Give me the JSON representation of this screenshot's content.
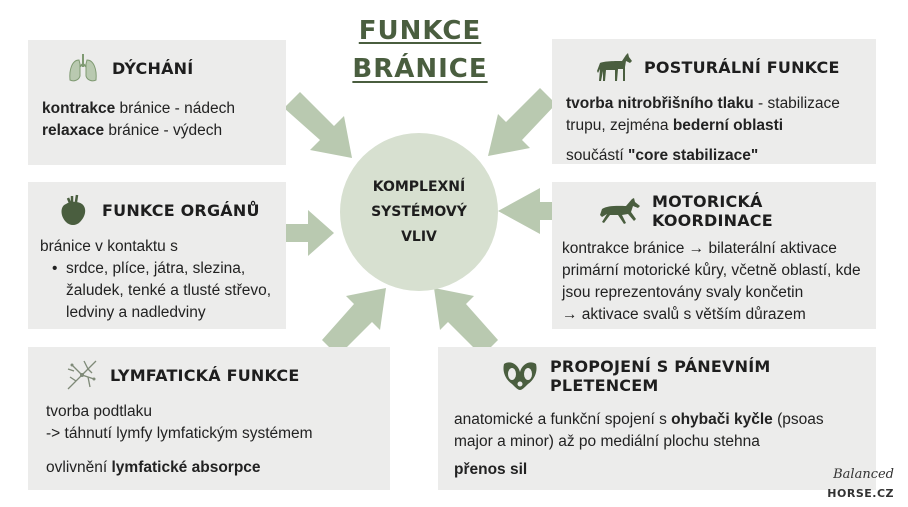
{
  "title": {
    "line1": "FUNKCE",
    "line2": "BRÁNICE"
  },
  "center": {
    "line1": "KOMPLEXNÍ",
    "line2": "SYSTÉMOVÝ",
    "line3": "VLIV"
  },
  "breathing": {
    "heading": "DÝCHÁNÍ",
    "icon": "lungs-icon",
    "r1_bold": "kontrakce",
    "r1_text": " bránice - nádech",
    "r2_bold": "relaxace",
    "r2_text": " bránice - výdech"
  },
  "organ": {
    "heading": "FUNKCE ORGÁNŮ",
    "icon": "heart-icon",
    "intro": "bránice v kontaktu s",
    "items": [
      "srdce, plíce, játra, slezina, žaludek, tenké a tlusté střevo, ledviny a nadledviny"
    ]
  },
  "lymph": {
    "heading": "LYMFATICKÁ FUNKCE",
    "icon": "lymph-nodes-icon",
    "l1": "tvorba podtlaku",
    "l2": "-> táhnutí lymfy lymfatickým systémem",
    "l3_text": "ovlivnění ",
    "l3_bold": "lymfatické absorpce"
  },
  "posture": {
    "heading": "POSTURÁLNÍ FUNKCE",
    "icon": "horse-standing-icon",
    "p1_bold": "tvorba nitrobřišního tlaku",
    "p1_text": " - stabilizace trupu, zejména ",
    "p1_bold2": "bederní oblasti",
    "p2_text": "součástí ",
    "p2_bold": "\"core stabilizace\""
  },
  "motor": {
    "heading": "MOTORICKÁ KOORDINACE",
    "icon": "horse-galloping-icon",
    "text1": "kontrakce bránice → bilaterální aktivace primární motorické kůry, včetně oblastí, kde jsou reprezentovány svaly končetin",
    "text2": "→ aktivace svalů s větším důrazem"
  },
  "pelvic": {
    "heading": "PROPOJENÍ S PÁNEVNÍM PLETENCEM",
    "icon": "pelvis-icon",
    "t1": "anatomické a funkční spojení s ",
    "t1_bold": "ohybači kyčle",
    "t1_end": " (psoas major a minor) až po mediální plochu stehna",
    "t2_bold": "přenos sil"
  },
  "logo": {
    "line1": "Balanced",
    "line2": "HORSE.CZ"
  },
  "colors": {
    "accent": "#4a5e3f",
    "arrow": "#b9c9b0",
    "circle": "#d7e0d0",
    "box": "#ececeb"
  }
}
